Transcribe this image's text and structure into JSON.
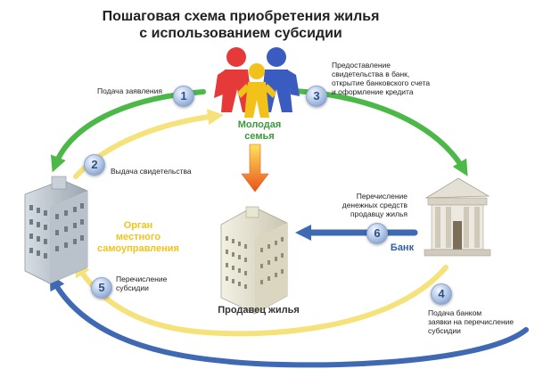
{
  "title_line1": "Пошаговая схема приобретения жилья",
  "title_line2": "с использованием субсидии",
  "roles": {
    "family_line1": "Молодая",
    "family_line2": "семья",
    "authority_line1": "Орган",
    "authority_line2": "местного",
    "authority_line3": "самоуправления",
    "bank": "Банк",
    "seller": "Продавец жилья"
  },
  "steps": [
    {
      "number": "1",
      "lines": [
        "Подача заявления"
      ]
    },
    {
      "number": "2",
      "lines": [
        "Выдача свидетельства"
      ]
    },
    {
      "number": "3",
      "lines": [
        "Предоставление",
        "свидетельства в банк,",
        "открытие банковского счета",
        "и оформление кредита"
      ]
    },
    {
      "number": "4",
      "lines": [
        "Подача банком",
        "заявки на перечисление",
        "субсидии"
      ]
    },
    {
      "number": "5",
      "lines": [
        "Перечисление",
        "субсидии"
      ]
    },
    {
      "number": "6",
      "lines": [
        "Перечисление",
        "денежных средств",
        "продавцу жилья"
      ]
    }
  ],
  "colors": {
    "green_arrow": "#4cb848",
    "yellow_arrow": "#f6e27a",
    "blue_arrow": "#3f69b3",
    "family_label": "#3a9a3a",
    "authority_label": "#f0c419",
    "bank_label": "#2f5fa8",
    "seller_label": "#333333"
  }
}
